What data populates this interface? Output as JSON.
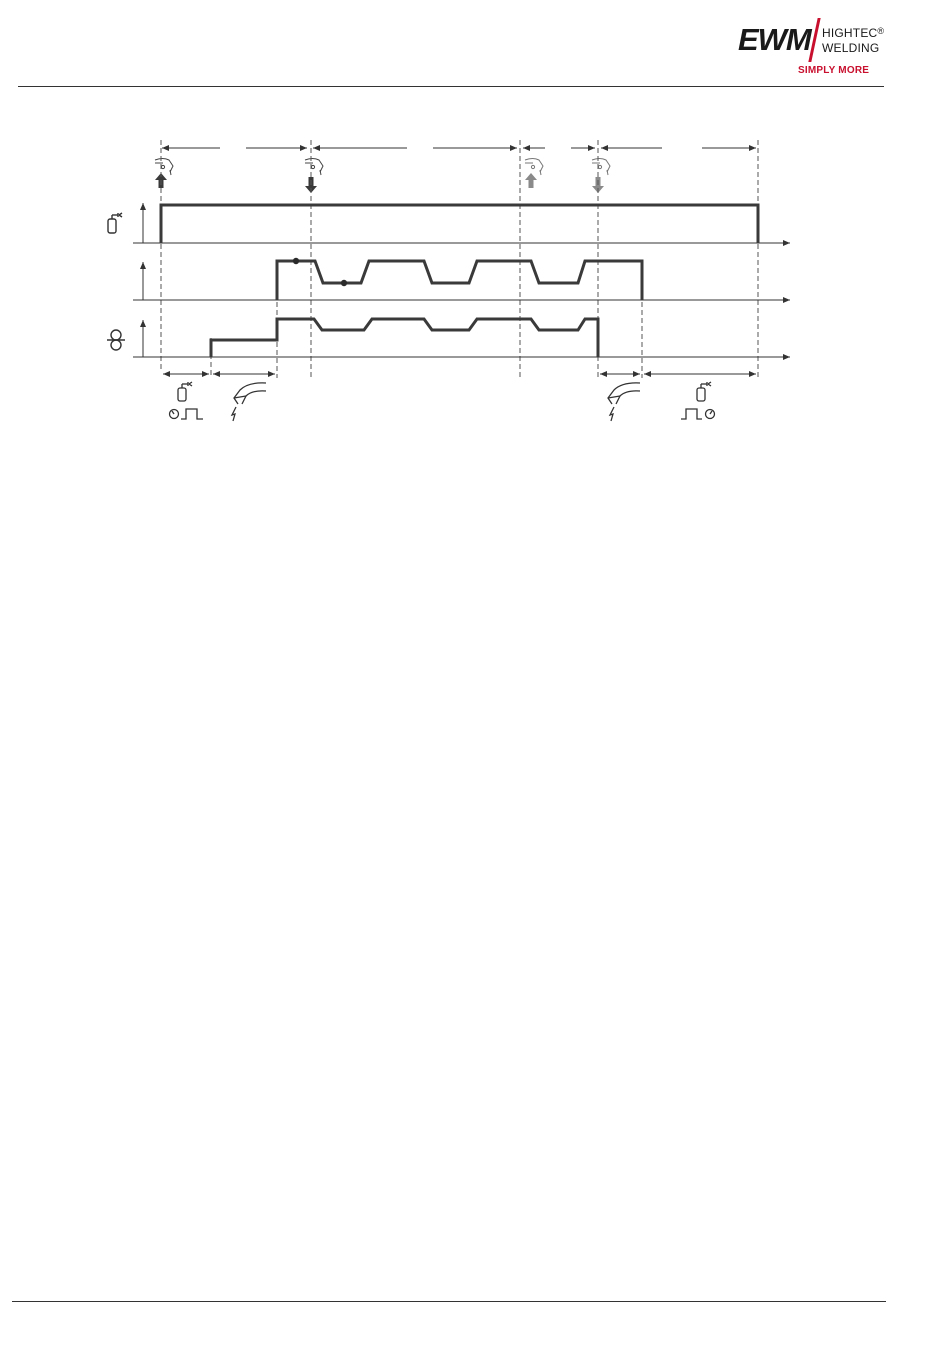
{
  "brand": {
    "name": "EWM",
    "line1": "HIGHTEC",
    "registered": "®",
    "line2": "WELDING",
    "tagline": "SIMPLY MORE",
    "accent_color": "#c8102e",
    "ink_color": "#333333"
  },
  "diagram": {
    "signals": [
      {
        "icon": "gas-cylinder-icon"
      },
      {
        "icon": ""
      },
      {
        "icon": "wire-feed-icon"
      }
    ],
    "trigger_events": [
      "torch-trigger-press-icon",
      "torch-trigger-release-icon",
      "torch-trigger-press-icon",
      "torch-trigger-release-icon"
    ],
    "phase_icons": [
      "gas-pre-flow-icon",
      "arc-ignition-icon",
      "arc-end-icon",
      "gas-post-flow-icon"
    ]
  }
}
